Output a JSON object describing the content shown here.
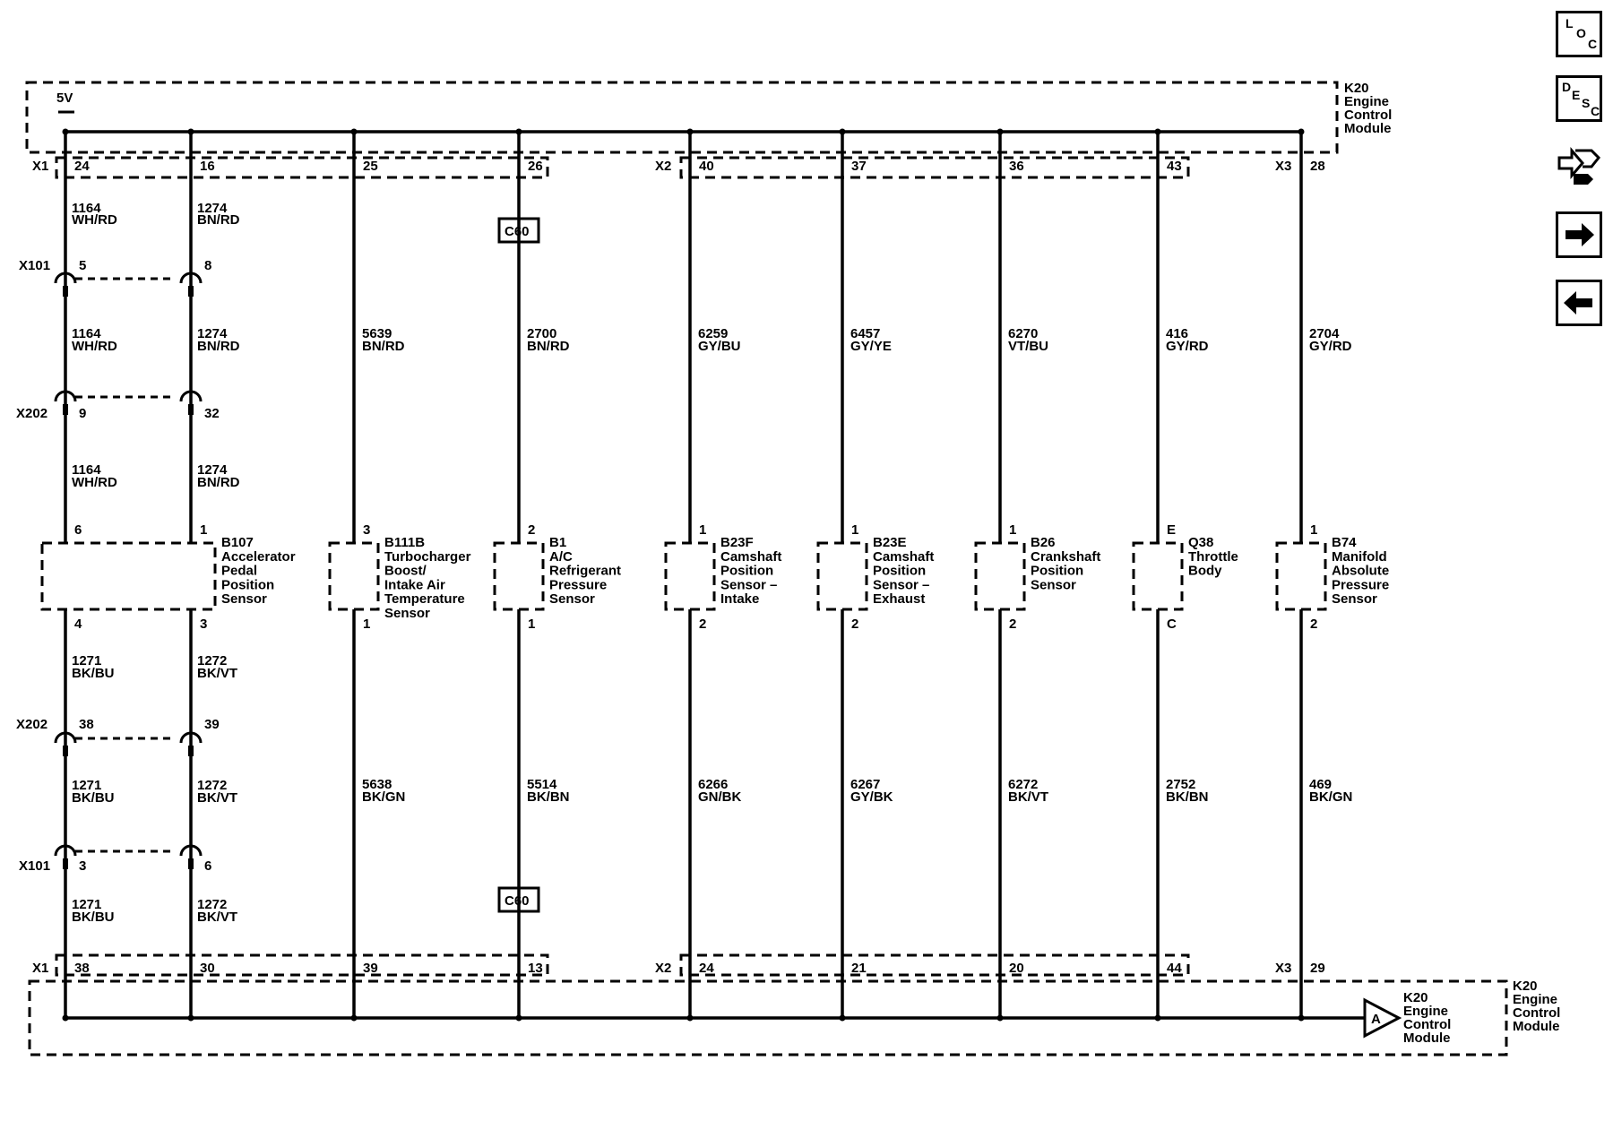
{
  "module": {
    "name_lines": [
      "K20",
      "Engine",
      "Control",
      "Module"
    ],
    "voltage": "5V",
    "ref_letter": "A",
    "top_connectors": [
      "X1",
      "X2",
      "X3"
    ],
    "bottom_connectors": [
      "X1",
      "X2",
      "X3"
    ]
  },
  "inline_connectors": {
    "upper_a": "X101",
    "upper_b": "X202",
    "lower_a": "X202",
    "lower_b": "X101"
  },
  "splice_label": "C60",
  "sensors": [
    {
      "id": "b107",
      "name_lines": [
        "B107",
        "Accelerator",
        "Pedal",
        "Position",
        "Sensor"
      ]
    },
    {
      "id": "b111b",
      "name_lines": [
        "B111B",
        "Turbocharger",
        "Boost/",
        "Intake Air",
        "Temperature",
        "Sensor"
      ]
    },
    {
      "id": "b1",
      "name_lines": [
        "B1",
        "A/C",
        "Refrigerant",
        "Pressure",
        "Sensor"
      ]
    },
    {
      "id": "b23f",
      "name_lines": [
        "B23F",
        "Camshaft",
        "Position",
        "Sensor –",
        "Intake"
      ]
    },
    {
      "id": "b23e",
      "name_lines": [
        "B23E",
        "Camshaft",
        "Position",
        "Sensor –",
        "Exhaust"
      ]
    },
    {
      "id": "b26",
      "name_lines": [
        "B26",
        "Crankshaft",
        "Position",
        "Sensor"
      ]
    },
    {
      "id": "q38",
      "name_lines": [
        "Q38",
        "Throttle",
        "Body"
      ]
    },
    {
      "id": "b74",
      "name_lines": [
        "B74",
        "Manifold",
        "Absolute",
        "Pressure",
        "Sensor"
      ]
    }
  ],
  "circuits": [
    {
      "id": "c1",
      "ecm_top_pin": "24",
      "upper": [
        [
          "1164",
          "WH/RD"
        ],
        [
          "1164",
          "WH/RD"
        ],
        [
          "1164",
          "WH/RD"
        ]
      ],
      "x101_top_pin": "5",
      "x202_top_pin": "9",
      "sensor_top_pin": "6",
      "sensor_bottom_pin": "4",
      "lower": [
        [
          "1271",
          "BK/BU"
        ],
        [
          "1271",
          "BK/BU"
        ],
        [
          "1271",
          "BK/BU"
        ]
      ],
      "x202_bottom_pin": "38",
      "x101_bottom_pin": "3",
      "ecm_bottom_pin": "38"
    },
    {
      "id": "c2",
      "ecm_top_pin": "16",
      "upper": [
        [
          "1274",
          "BN/RD"
        ],
        [
          "1274",
          "BN/RD"
        ],
        [
          "1274",
          "BN/RD"
        ]
      ],
      "x101_top_pin": "8",
      "x202_top_pin": "32",
      "sensor_top_pin": "1",
      "sensor_bottom_pin": "3",
      "lower": [
        [
          "1272",
          "BK/VT"
        ],
        [
          "1272",
          "BK/VT"
        ],
        [
          "1272",
          "BK/VT"
        ]
      ],
      "x202_bottom_pin": "39",
      "x101_bottom_pin": "6",
      "ecm_bottom_pin": "30"
    },
    {
      "id": "c3",
      "ecm_top_pin": "25",
      "upper": [
        [
          "5639",
          "BN/RD"
        ]
      ],
      "sensor_top_pin": "3",
      "sensor_bottom_pin": "1",
      "lower": [
        [
          "5638",
          "BK/GN"
        ]
      ],
      "ecm_bottom_pin": "39"
    },
    {
      "id": "c4",
      "ecm_top_pin": "26",
      "upper": [
        [
          "2700",
          "BN/RD"
        ]
      ],
      "sensor_top_pin": "2",
      "sensor_bottom_pin": "1",
      "lower": [
        [
          "5514",
          "BK/BN"
        ]
      ],
      "ecm_bottom_pin": "13"
    },
    {
      "id": "c5",
      "ecm_top_pin": "40",
      "upper": [
        [
          "6259",
          "GY/BU"
        ]
      ],
      "sensor_top_pin": "1",
      "sensor_bottom_pin": "2",
      "lower": [
        [
          "6266",
          "GN/BK"
        ]
      ],
      "ecm_bottom_pin": "24"
    },
    {
      "id": "c6",
      "ecm_top_pin": "37",
      "upper": [
        [
          "6457",
          "GY/YE"
        ]
      ],
      "sensor_top_pin": "1",
      "sensor_bottom_pin": "2",
      "lower": [
        [
          "6267",
          "GY/BK"
        ]
      ],
      "ecm_bottom_pin": "21"
    },
    {
      "id": "c7",
      "ecm_top_pin": "36",
      "upper": [
        [
          "6270",
          "VT/BU"
        ]
      ],
      "sensor_top_pin": "1",
      "sensor_bottom_pin": "2",
      "lower": [
        [
          "6272",
          "BK/VT"
        ]
      ],
      "ecm_bottom_pin": "20"
    },
    {
      "id": "c8",
      "ecm_top_pin": "43",
      "upper": [
        [
          "416",
          "GY/RD"
        ]
      ],
      "sensor_top_pin": "E",
      "sensor_bottom_pin": "C",
      "lower": [
        [
          "2752",
          "BK/BN"
        ]
      ],
      "ecm_bottom_pin": "44"
    },
    {
      "id": "c9",
      "ecm_top_pin": "28",
      "upper": [
        [
          "2704",
          "GY/RD"
        ]
      ],
      "sensor_top_pin": "1",
      "sensor_bottom_pin": "2",
      "lower": [
        [
          "469",
          "BK/GN"
        ]
      ],
      "ecm_bottom_pin": "29"
    }
  ],
  "side_nav": {
    "loc": [
      "L",
      "O",
      "C"
    ],
    "desc": [
      "D",
      "E",
      "S",
      "C"
    ],
    "connector_icon": "connector-end-view-icon",
    "next_icon": "arrow-right-icon",
    "prev_icon": "arrow-left-icon"
  }
}
